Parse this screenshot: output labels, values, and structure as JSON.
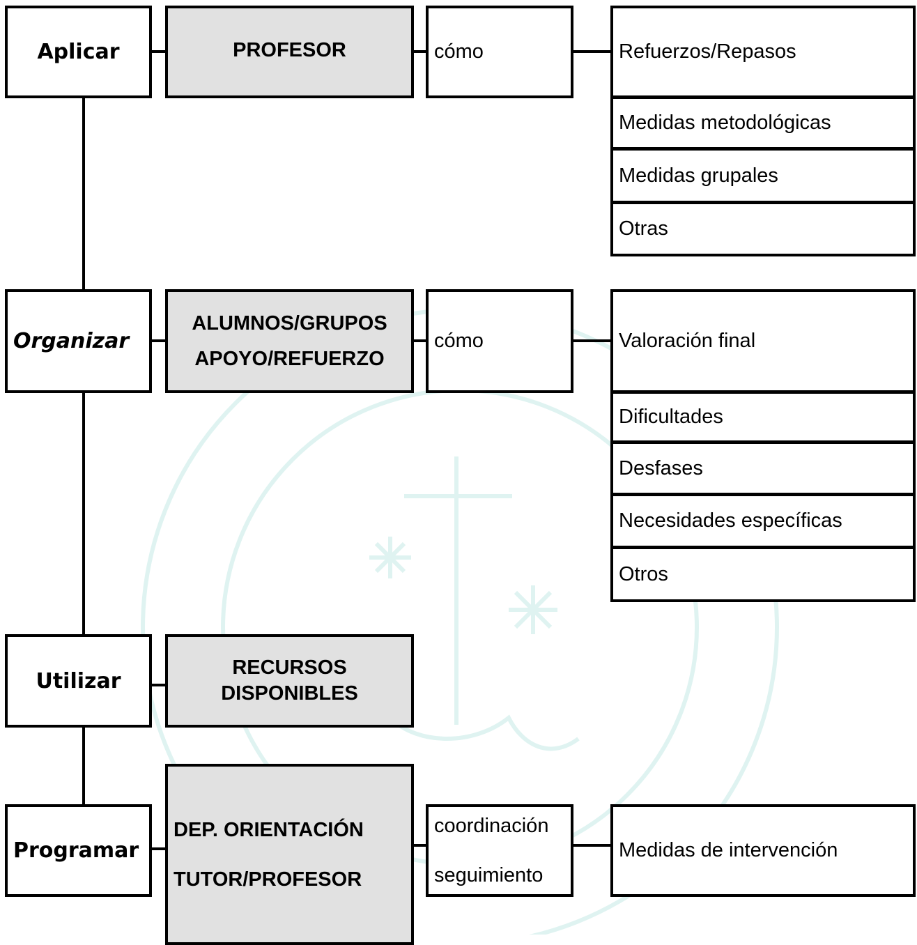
{
  "verbs": {
    "aplicar": "Aplicar",
    "organizar": "Organizar",
    "utilizar": "Utilizar",
    "programar": "Programar"
  },
  "actors": {
    "profesor": "PROFESOR",
    "alumnos_line1": "ALUMNOS/GRUPOS",
    "alumnos_line2": "APOYO/REFUERZO",
    "recursos_line1": "RECURSOS",
    "recursos_line2": "DISPONIBLES",
    "dep_line1": "DEP. ORIENTACIÓN",
    "dep_line2": "TUTOR/PROFESOR"
  },
  "how": {
    "aplicar": "cómo",
    "organizar": "cómo",
    "programar_line1": "coordinación",
    "programar_line2": "seguimiento"
  },
  "aplicar_items": [
    "Refuerzos/Repasos",
    "Medidas metodológicas",
    "Medidas grupales",
    "Otras"
  ],
  "organizar_items": [
    "Valoración final",
    "Dificultades",
    "Desfases",
    "Necesidades específicas",
    "Otros"
  ],
  "programar_items": [
    "Medidas de intervención"
  ],
  "colors": {
    "border": "#000000",
    "shaded": "#e1e1e1",
    "watermark": "#dff3f1"
  }
}
